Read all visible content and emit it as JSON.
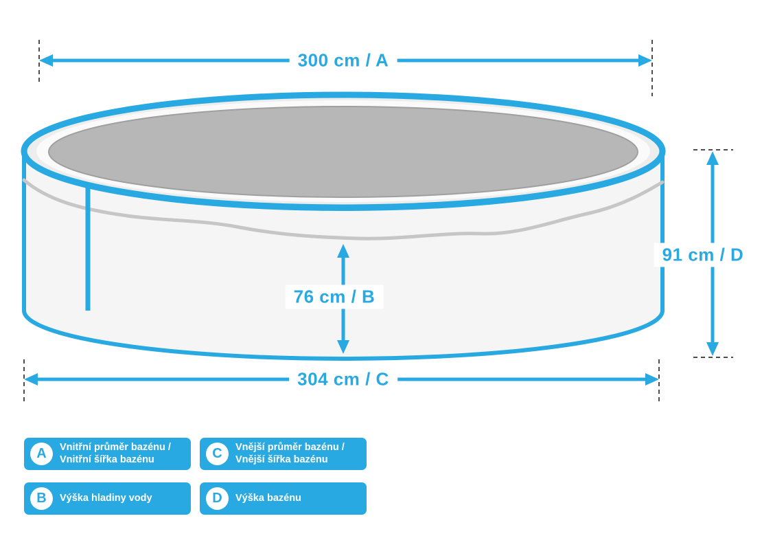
{
  "colors": {
    "accent": "#29a9e1",
    "water": "#b7b7b7",
    "wall": "#f5f5f5",
    "wave": "#c6c6c6",
    "extension_line": "#4d4d4d"
  },
  "dimensions": {
    "top": {
      "label": "300 cm / A"
    },
    "middle": {
      "label": "76 cm / B"
    },
    "bottom": {
      "label": "304 cm / C"
    },
    "right": {
      "label": "91 cm / D"
    }
  },
  "measurements": {
    "A": "300 cm",
    "B": "76 cm",
    "C": "304 cm",
    "D": "91 cm"
  },
  "legend": [
    {
      "key": "A",
      "lines": [
        "Vnitřní průměr bazénu /",
        "Vnitřní šířka bazénu"
      ]
    },
    {
      "key": "C",
      "lines": [
        "Vnější průměr bazénu /",
        "Vnější šířka bazénu"
      ]
    },
    {
      "key": "B",
      "lines": [
        "Výška hladiny vody"
      ]
    },
    {
      "key": "D",
      "lines": [
        "Výška bazénu"
      ]
    }
  ]
}
